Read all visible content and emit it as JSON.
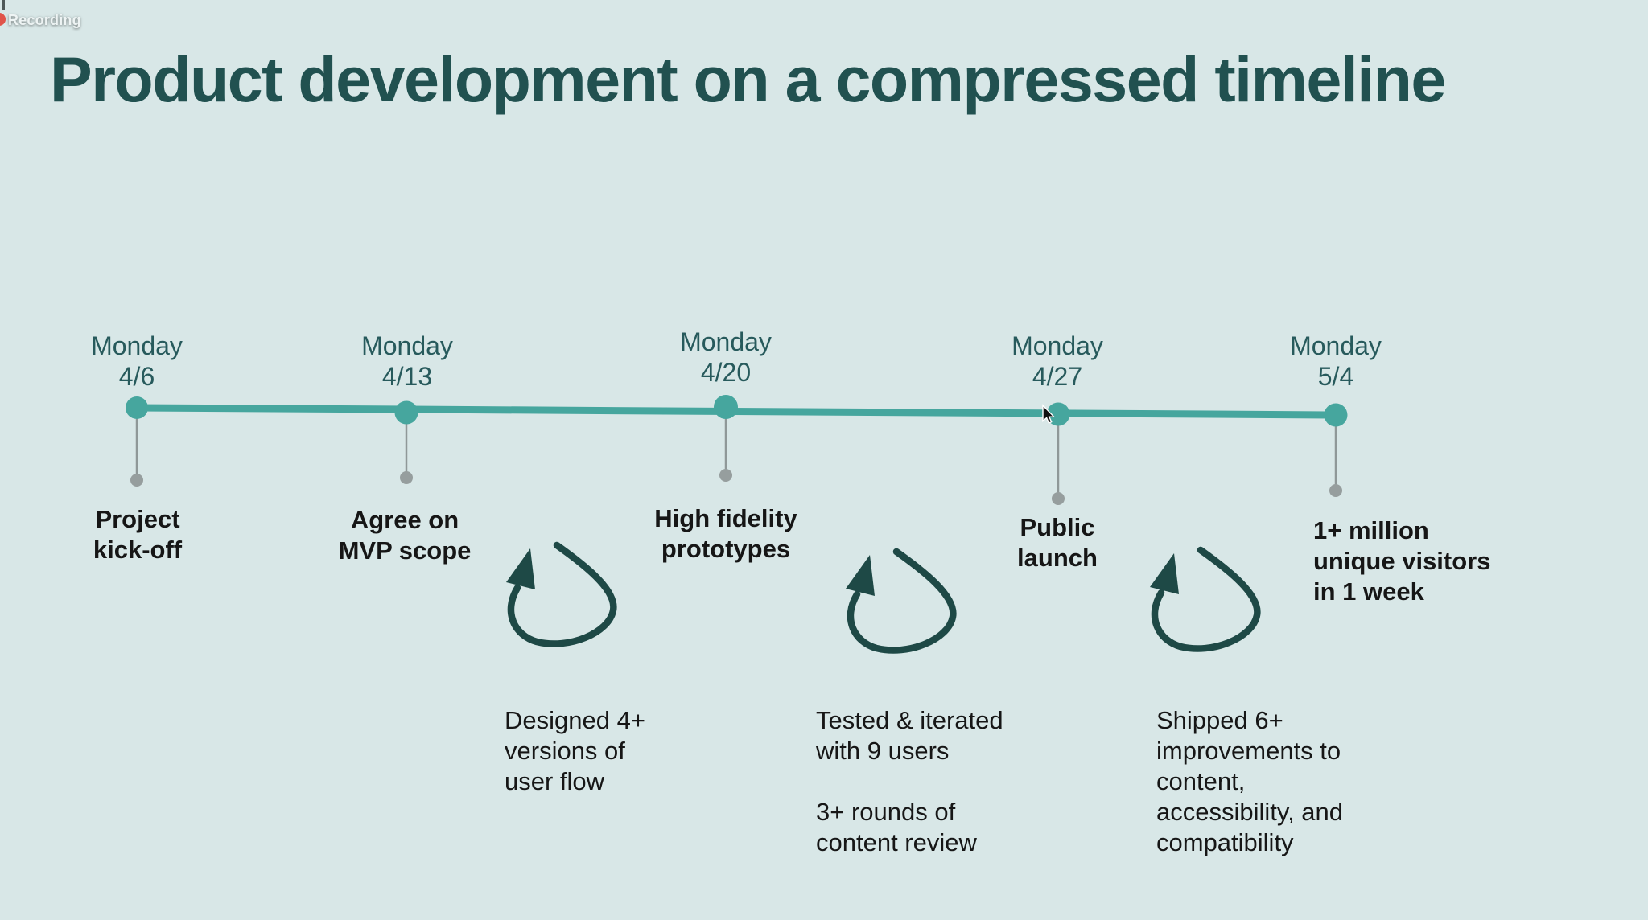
{
  "recording": {
    "label": "Recording"
  },
  "title": "Product development on a compressed timeline",
  "timeline": {
    "milestones": [
      {
        "day": "Monday",
        "date": "4/6",
        "label": "Project\nkick-off"
      },
      {
        "day": "Monday",
        "date": "4/13",
        "label": "Agree on\nMVP scope"
      },
      {
        "day": "Monday",
        "date": "4/20",
        "label": "High fidelity\nprototypes"
      },
      {
        "day": "Monday",
        "date": "4/27",
        "label": "Public\nlaunch"
      },
      {
        "day": "Monday",
        "date": "5/4",
        "label": "1+ million\nunique visitors\nin 1 week"
      }
    ]
  },
  "iterations": [
    {
      "icon": "loop-arrow-icon",
      "description": "Designed 4+\nversions of\nuser flow"
    },
    {
      "icon": "loop-arrow-icon",
      "description": "Tested & iterated\nwith 9 users\n\n3+ rounds of\ncontent review"
    },
    {
      "icon": "loop-arrow-icon",
      "description": "Shipped 6+\nimprovements to\ncontent,\naccessibility, and\ncompatibility"
    }
  ],
  "colors": {
    "bg": "#d8e7e7",
    "title": "#215150",
    "date": "#275a5c",
    "accent": "#46a69e",
    "loop": "#1e4946",
    "text": "#161616",
    "gray": "#969e9e",
    "rec-red": "#e0544a"
  }
}
